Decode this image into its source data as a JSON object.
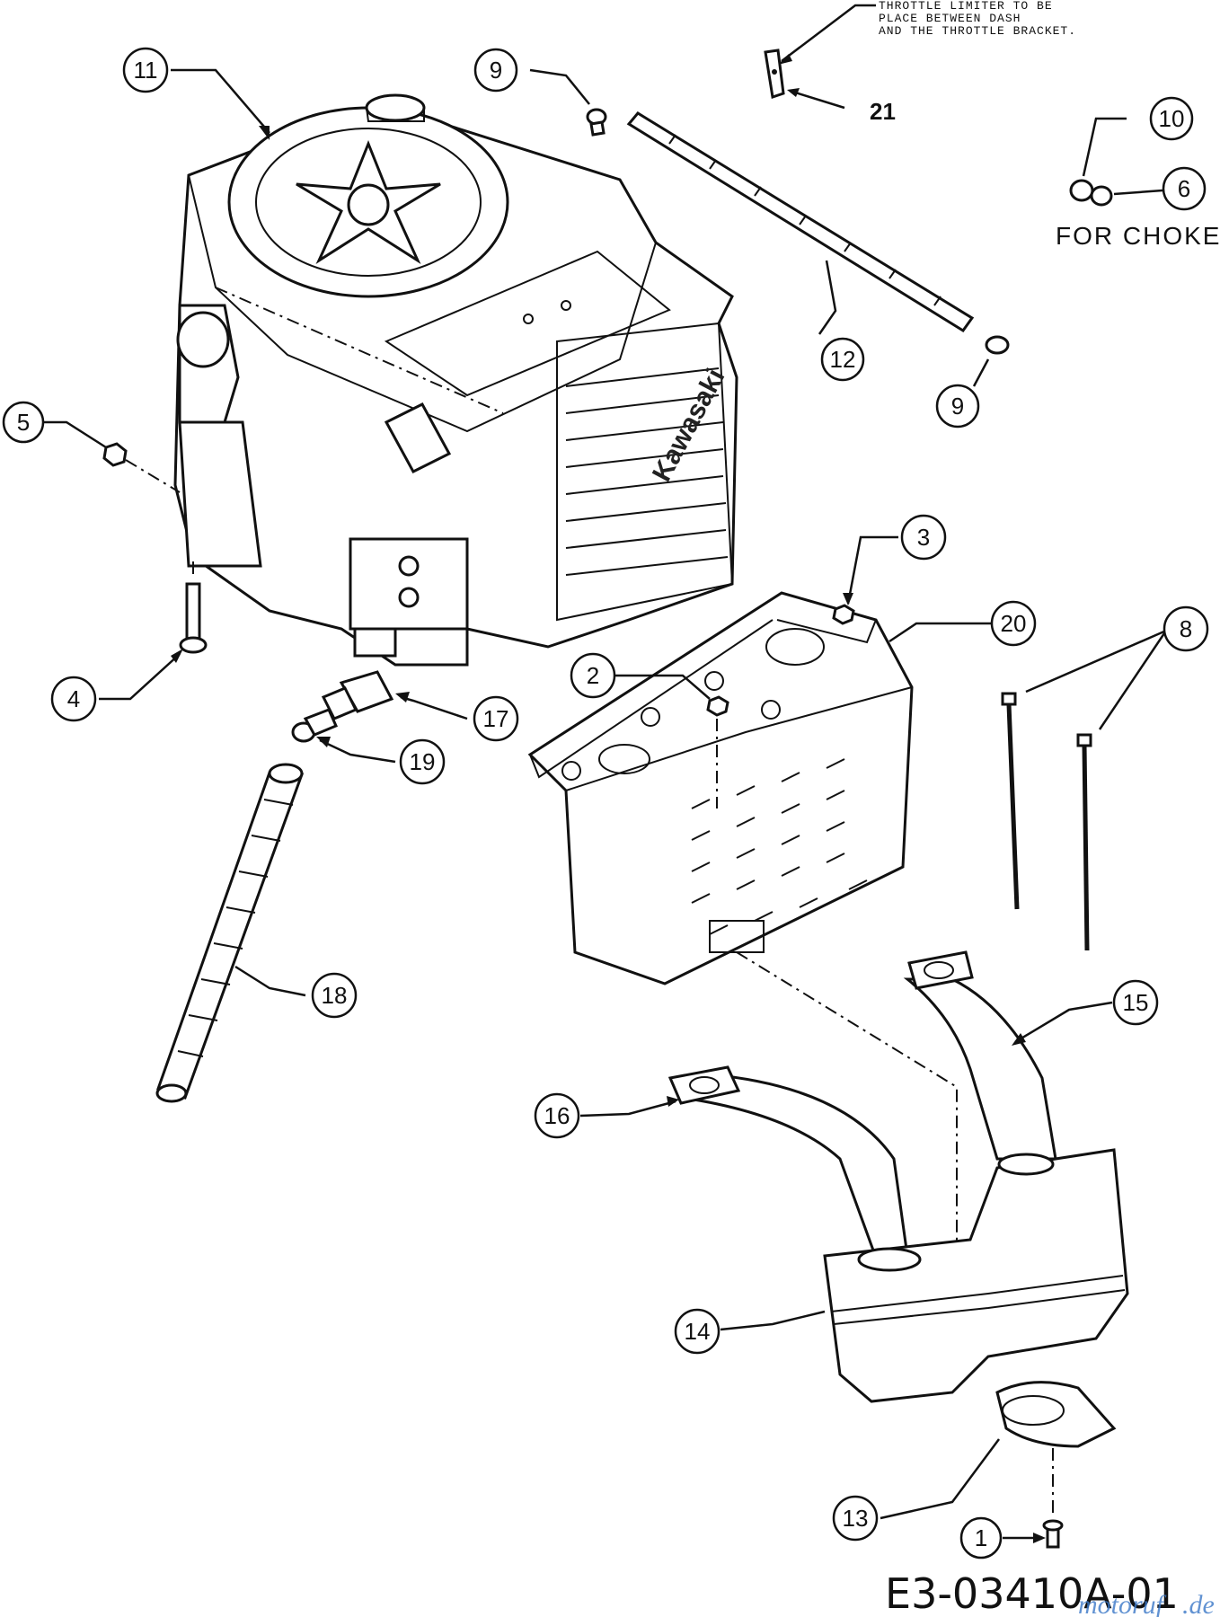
{
  "diagram": {
    "callouts": [
      {
        "id": "c11",
        "label": "11"
      },
      {
        "id": "c9a",
        "label": "9"
      },
      {
        "id": "c21",
        "label": "21"
      },
      {
        "id": "c10",
        "label": "10"
      },
      {
        "id": "c6",
        "label": "6"
      },
      {
        "id": "c12",
        "label": "12"
      },
      {
        "id": "c9b",
        "label": "9"
      },
      {
        "id": "c5",
        "label": "5"
      },
      {
        "id": "c3",
        "label": "3"
      },
      {
        "id": "c20",
        "label": "20"
      },
      {
        "id": "c8",
        "label": "8"
      },
      {
        "id": "c2",
        "label": "2"
      },
      {
        "id": "c4",
        "label": "4"
      },
      {
        "id": "c17",
        "label": "17"
      },
      {
        "id": "c19",
        "label": "19"
      },
      {
        "id": "c18",
        "label": "18"
      },
      {
        "id": "c15",
        "label": "15"
      },
      {
        "id": "c16",
        "label": "16"
      },
      {
        "id": "c14",
        "label": "14"
      },
      {
        "id": "c13",
        "label": "13"
      },
      {
        "id": "c1",
        "label": "1"
      }
    ],
    "throttle_note": [
      "THROTTLE LIMITER TO BE",
      "PLACE BETWEEN DASH",
      "AND THE THROTTLE BRACKET."
    ],
    "choke_note": "FOR CHOKE",
    "engine_brand": "Kawasaki",
    "drawing_code": "E3-03410A-01",
    "watermark": {
      "part1": "motoruf",
      "part2": ".de"
    }
  }
}
